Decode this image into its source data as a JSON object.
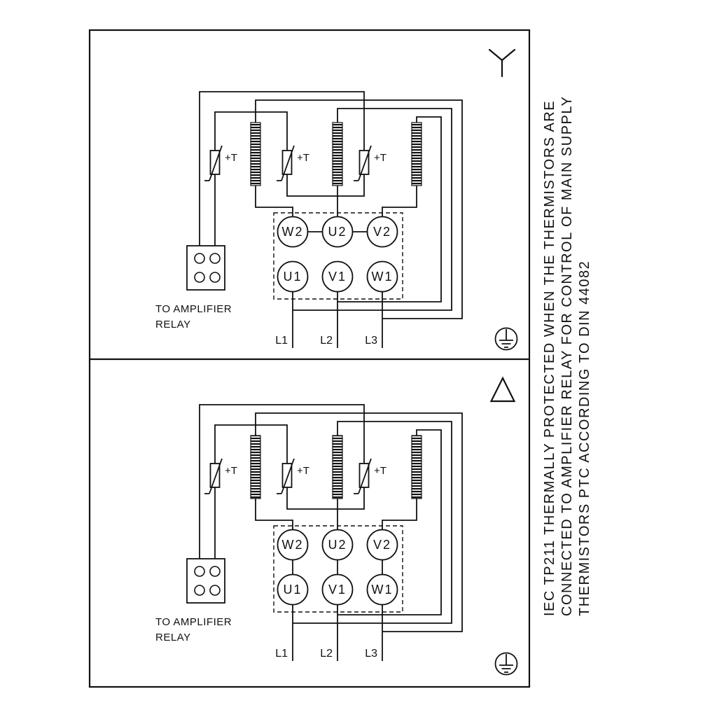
{
  "colors": {
    "ink": "#111111",
    "paper": "#ffffff"
  },
  "side_note": {
    "line1": "IEC TP211 THERMALLY PROTECTED WHEN THE THERMISTORS ARE",
    "line2": "CONNECTED TO AMPLIFIER RELAY FOR CONTROL OF MAIN SUPPLY",
    "line3": "THERMISTORS PTC ACCORDING TO DIN 44082"
  },
  "panels": [
    {
      "connection": "star",
      "thermistor_label": "+T",
      "relay_note_line1": "TO AMPLIFIER",
      "relay_note_line2": "RELAY",
      "terminals_top": [
        "W2",
        "U2",
        "V2"
      ],
      "terminals_bottom": [
        "U1",
        "V1",
        "W1"
      ],
      "supply_lines": [
        "L1",
        "L2",
        "L3"
      ]
    },
    {
      "connection": "delta",
      "thermistor_label": "+T",
      "relay_note_line1": "TO AMPLIFIER",
      "relay_note_line2": "RELAY",
      "terminals_top": [
        "W2",
        "U2",
        "V2"
      ],
      "terminals_bottom": [
        "U1",
        "V1",
        "W1"
      ],
      "supply_lines": [
        "L1",
        "L2",
        "L3"
      ]
    }
  ]
}
